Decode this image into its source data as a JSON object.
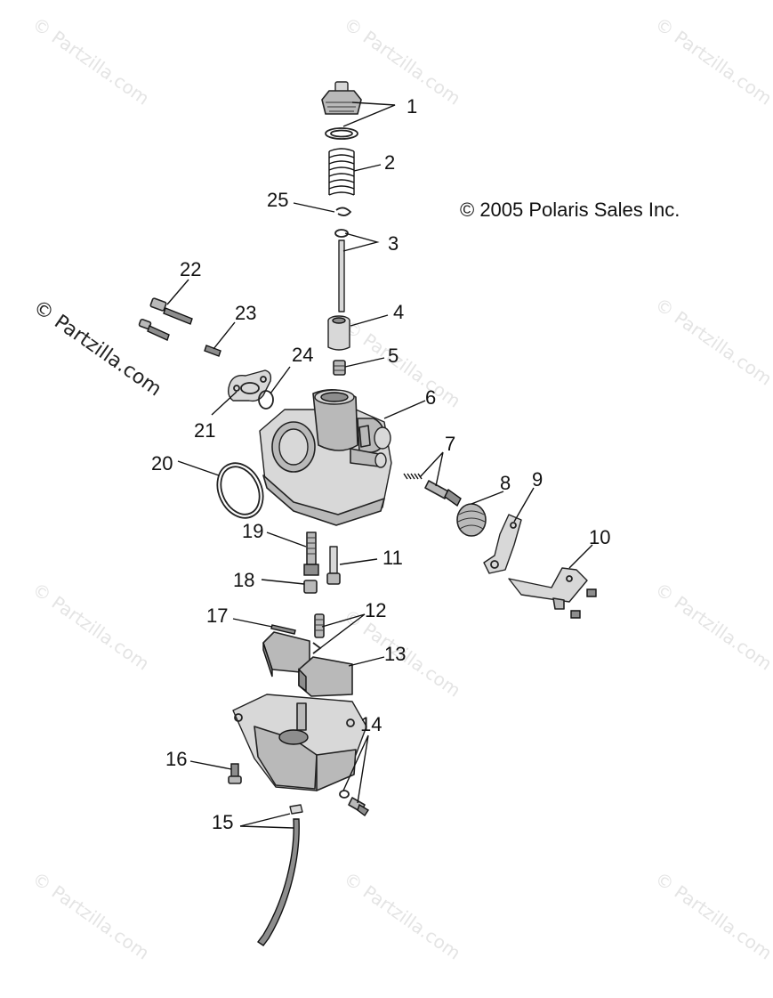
{
  "copyright": "© 2005 Polaris Sales Inc.",
  "watermark": {
    "text": "© Partzilla.com"
  },
  "callouts": [
    {
      "num": "1"
    },
    {
      "num": "2"
    },
    {
      "num": "3"
    },
    {
      "num": "4"
    },
    {
      "num": "5"
    },
    {
      "num": "6"
    },
    {
      "num": "7"
    },
    {
      "num": "8"
    },
    {
      "num": "9"
    },
    {
      "num": "10"
    },
    {
      "num": "11"
    },
    {
      "num": "12"
    },
    {
      "num": "13"
    },
    {
      "num": "14"
    },
    {
      "num": "15"
    },
    {
      "num": "16"
    },
    {
      "num": "17"
    },
    {
      "num": "18"
    },
    {
      "num": "19"
    },
    {
      "num": "20"
    },
    {
      "num": "21"
    },
    {
      "num": "22"
    },
    {
      "num": "23"
    },
    {
      "num": "24"
    },
    {
      "num": "25"
    }
  ]
}
